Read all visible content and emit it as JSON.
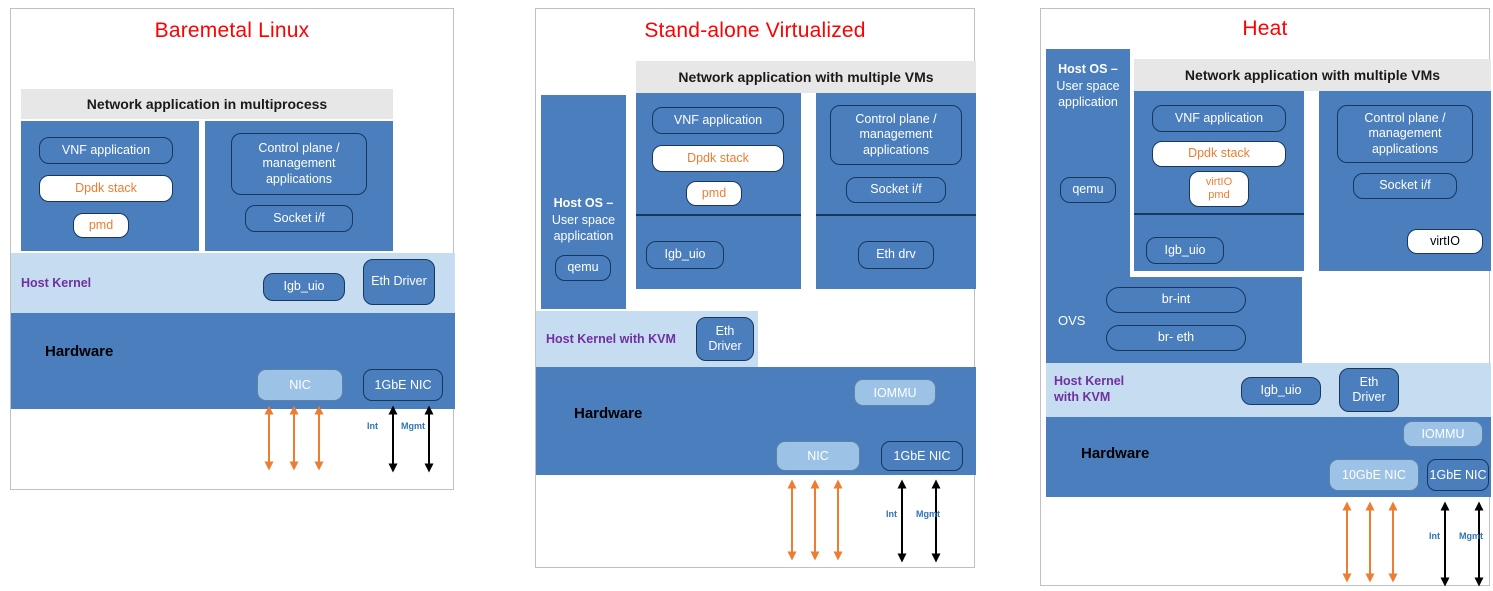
{
  "colors": {
    "red": "#ff0000",
    "steel": "#4a7ebd",
    "light": "#c5dcf1",
    "mid": "#9cc2e5",
    "navy": "#17375d",
    "gray": "#e8e7e7",
    "orange": "#ed7d31",
    "purple": "#7030a0",
    "labelblue": "#2e75b6",
    "border": "#c0c0c0",
    "divider": "#17375d"
  },
  "baremetal": {
    "title": "Baremetal Linux",
    "app_bar": "Network application in multiprocess",
    "vnf_app": "VNF application",
    "dpdk_stack": "Dpdk stack",
    "pmd": "pmd",
    "control_plane": "Control plane / management applications",
    "socket": "Socket i/f",
    "kernel": "Host Kernel",
    "igb_uio": "Igb_uio",
    "eth_driver": "Eth Driver",
    "hardware": "Hardware",
    "nic": "NIC",
    "gbe_nic": "1GbE NIC",
    "int_label": "Int",
    "mgmt_label": "Mgmt"
  },
  "standalone": {
    "title": "Stand-alone Virtualized",
    "app_bar": "Network application with multiple VMs",
    "host_os_1": "Host OS –",
    "host_os_2": "User space application",
    "qemu": "qemu",
    "vnf_app": "VNF application",
    "dpdk_stack": "Dpdk stack",
    "pmd": "pmd",
    "igb_uio": "Igb_uio",
    "control_plane": "Control plane / management applications",
    "socket": "Socket i/f",
    "eth_drv": "Eth drv",
    "kernel": "Host Kernel with KVM",
    "eth_driver": "Eth Driver",
    "hardware": "Hardware",
    "iommu": "IOMMU",
    "nic": "NIC",
    "gbe_nic": "1GbE NIC",
    "int_label": "Int",
    "mgmt_label": "Mgmt"
  },
  "heat": {
    "title": "Heat",
    "app_bar": "Network application with multiple VMs",
    "host_os_1": "Host OS –",
    "host_os_2": "User space application",
    "qemu": "qemu",
    "vnf_app": "VNF application",
    "dpdk_stack": "Dpdk stack",
    "virtio_pmd": "virtIO pmd",
    "igb_uio": "Igb_uio",
    "control_plane": "Control plane / management applications",
    "socket": "Socket i/f",
    "virtio": "virtIO",
    "ovs": "OVS",
    "br_int": "br-int",
    "br_eth": "br- eth",
    "kernel": "Host Kernel with KVM",
    "kernel_igb_uio": "Igb_uio",
    "eth_driver": "Eth Driver",
    "hardware": "Hardware",
    "iommu": "IOMMU",
    "ten_gbe_nic": "10GbE NIC",
    "gbe_nic": "1GbE NIC",
    "int_label": "Int",
    "mgmt_label": "Mgmt"
  }
}
